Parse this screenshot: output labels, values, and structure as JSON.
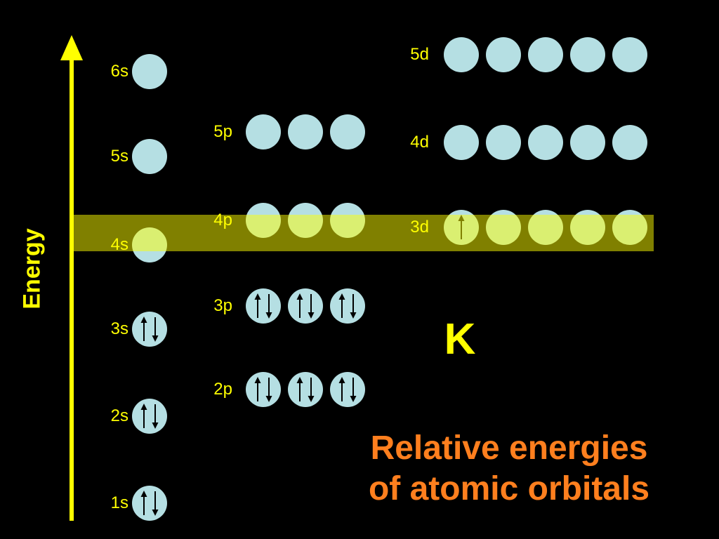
{
  "diagram": {
    "axis_label": "Energy",
    "element_symbol": "K",
    "title_line1": "Relative energies",
    "title_line2": "of atomic orbitals",
    "orbitals": [
      {
        "label": "1s",
        "slots": 1,
        "electrons": 2
      },
      {
        "label": "2s",
        "slots": 1,
        "electrons": 2
      },
      {
        "label": "2p",
        "slots": 3,
        "electrons": 6
      },
      {
        "label": "3s",
        "slots": 1,
        "electrons": 2
      },
      {
        "label": "3p",
        "slots": 3,
        "electrons": 6
      },
      {
        "label": "4s",
        "slots": 1,
        "electrons": 0
      },
      {
        "label": "3d",
        "slots": 5,
        "electrons": 1
      },
      {
        "label": "4p",
        "slots": 3,
        "electrons": 0
      },
      {
        "label": "5s",
        "slots": 1,
        "electrons": 0
      },
      {
        "label": "4d",
        "slots": 5,
        "electrons": 0
      },
      {
        "label": "5p",
        "slots": 3,
        "electrons": 0
      },
      {
        "label": "6s",
        "slots": 1,
        "electrons": 0
      },
      {
        "label": "5d",
        "slots": 5,
        "electrons": 0
      }
    ]
  },
  "colors": {
    "background": "#000000",
    "axis": "#ffff00",
    "label_text": "#ffff00",
    "orbital_fill": "#b5dfe3",
    "spin_arrow": "#000000",
    "highlight_band": "#ffff00",
    "title_text": "#ff7f1e"
  }
}
